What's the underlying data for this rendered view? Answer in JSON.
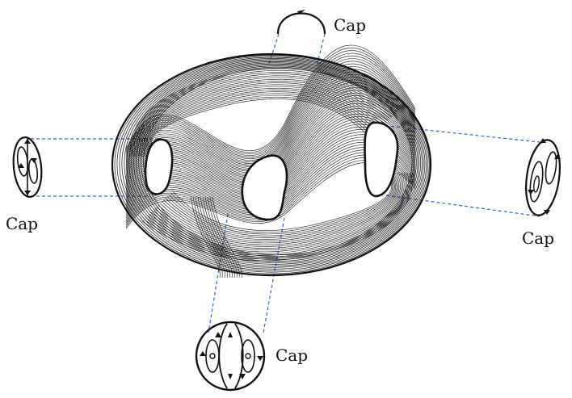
{
  "labels": {
    "cap_top": "Cap",
    "cap_left": "Cap",
    "cap_right": "Cap",
    "cap_bottom": "Cap"
  },
  "colors": {
    "stroke": "#111111",
    "connector": "#2f5fd6",
    "background": "#ffffff"
  }
}
